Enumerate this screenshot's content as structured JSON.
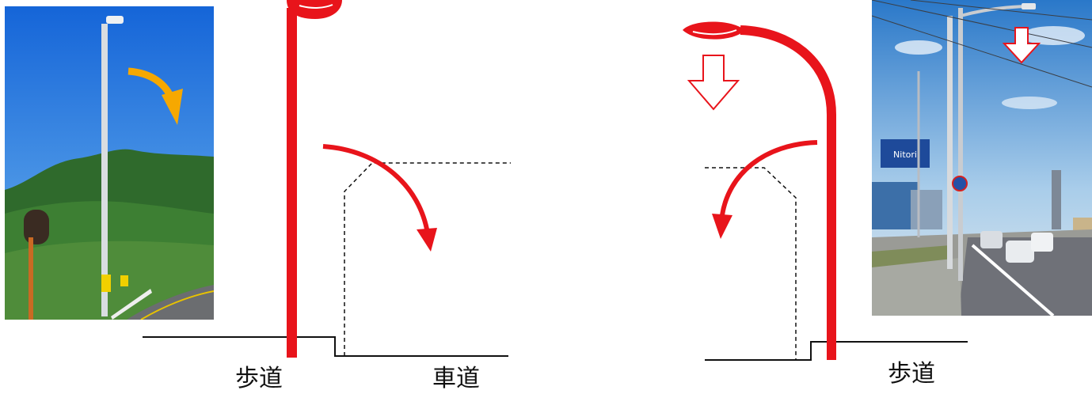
{
  "labels": {
    "left_sidewalk": "歩道",
    "left_roadway": "車道",
    "right_sidewalk": "歩道"
  },
  "colors": {
    "pole_red": "#e8141b",
    "photo_arrow_orange": "#f6a800",
    "sky_blue": "#1f7ee0",
    "hill_green": "#2f6a2c",
    "line_black": "#111111"
  },
  "icons": {
    "left_photo": "streetlight-photo-mountain-road",
    "right_photo": "streetlight-photo-city-road",
    "orange_arrow": "curved-arrow-icon",
    "red_curved_arrow": "curved-arrow-icon",
    "down_arrow": "down-arrow-icon"
  }
}
